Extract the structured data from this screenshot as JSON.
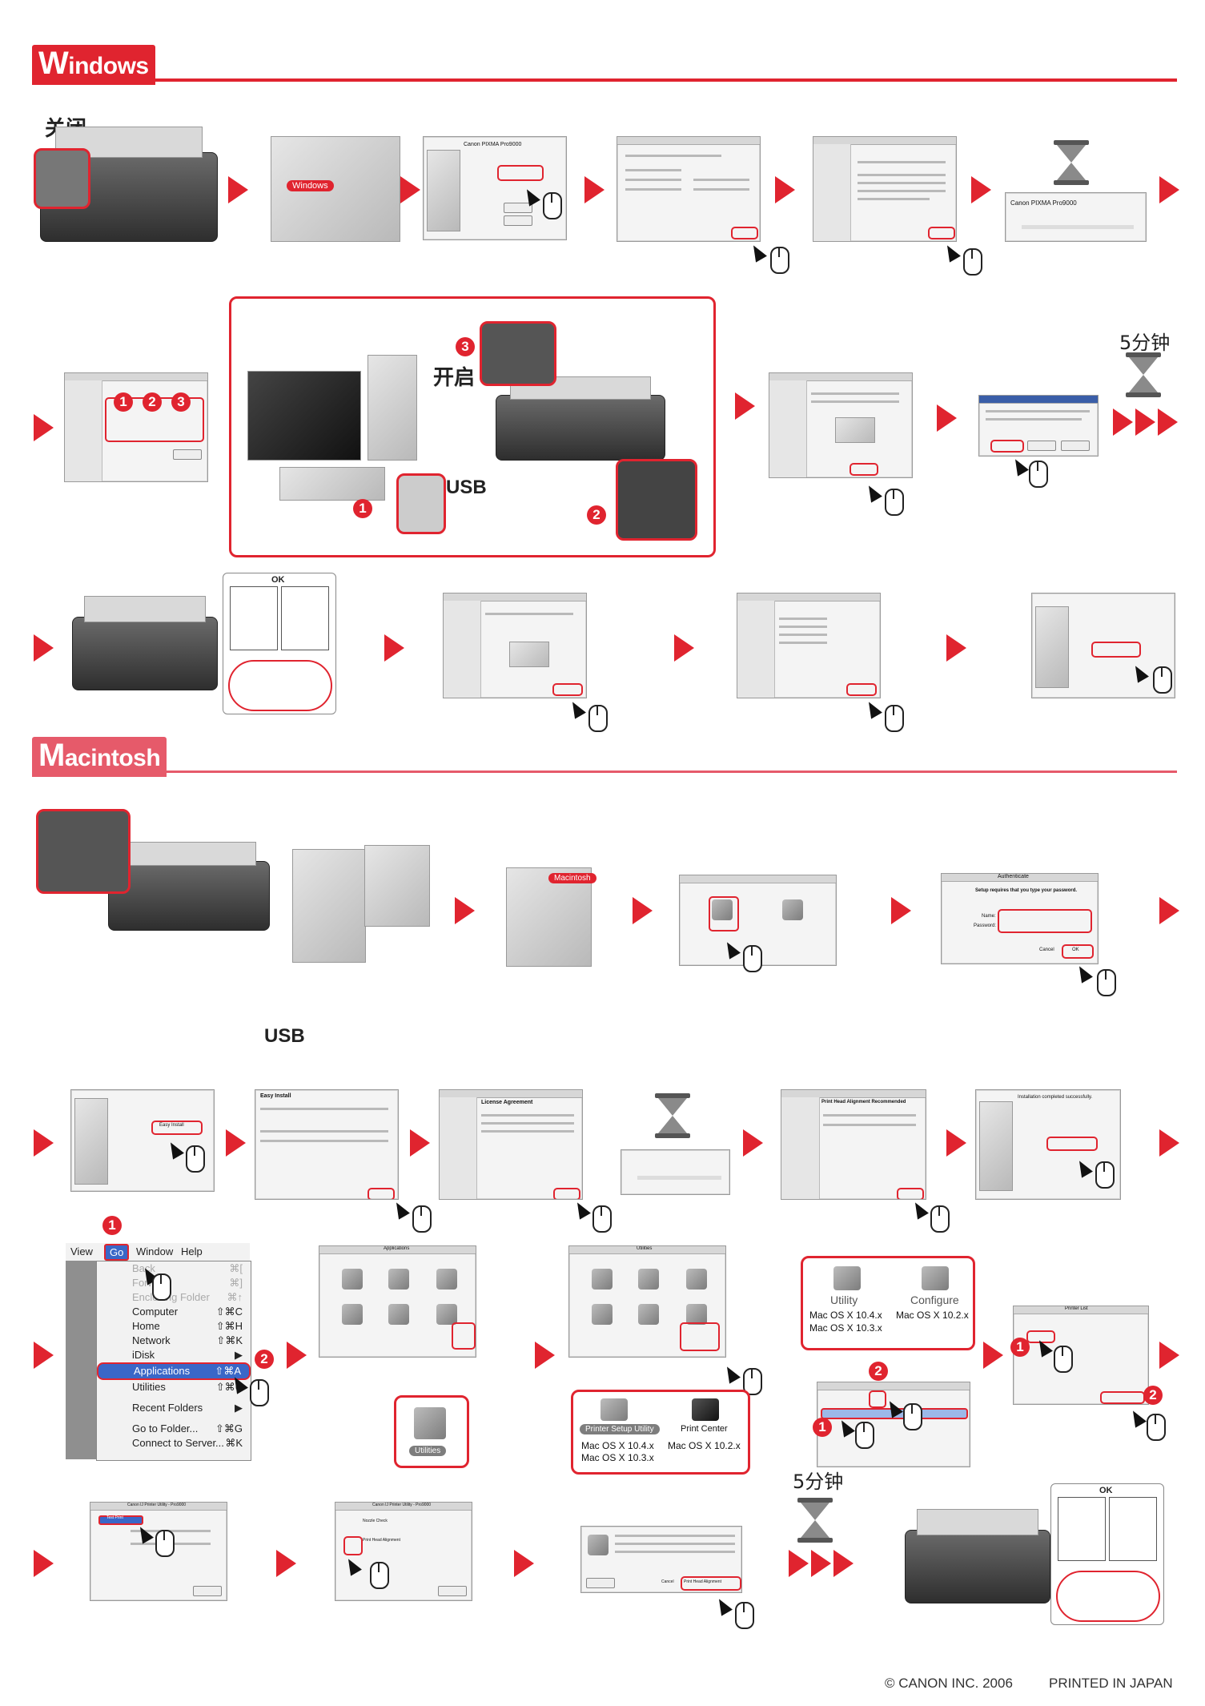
{
  "windows": {
    "tab_first": "W",
    "tab_rest": "indows",
    "power_off": "关闭",
    "cd_label": "Windows",
    "power_on": "开启",
    "usb_label": "USB",
    "wait_time": "5分钟",
    "ok_label": "OK",
    "installer_title": "Canon  PIXMA Pro9000",
    "step_numbers": [
      "1",
      "2",
      "3"
    ],
    "setup_step_3": "3",
    "usb_step_1": "1",
    "usb_step_2": "2"
  },
  "macintosh": {
    "tab_first": "M",
    "tab_rest": "acintosh",
    "cd_label": "Macintosh",
    "usb_label": "USB",
    "auth_title": "Authenticate",
    "auth_message": "Setup requires that you type your password.",
    "auth_name": "Name:",
    "auth_password": "Password:",
    "auth_cancel": "Cancel",
    "auth_ok": "OK",
    "easy_install": "Easy Install",
    "license_title": "License Agreement",
    "alignment_title": "Print Head Alignment Recommended",
    "complete_text": "Installation completed successfully.",
    "go_step": "1",
    "apps_step": "2",
    "menu": {
      "bar": [
        "View",
        "Go",
        "Window",
        "Help"
      ],
      "items": [
        {
          "label": "Back",
          "shortcut": "⌘[",
          "dim": true
        },
        {
          "label": "Forward",
          "shortcut": "⌘]",
          "dim": true
        },
        {
          "label": "Enclosing Folder",
          "shortcut": "⌘↑",
          "dim": true
        },
        {
          "label": "Computer",
          "shortcut": "⇧⌘C",
          "dim": false
        },
        {
          "label": "Home",
          "shortcut": "⇧⌘H",
          "dim": false
        },
        {
          "label": "Network",
          "shortcut": "⇧⌘K",
          "dim": false
        },
        {
          "label": "iDisk",
          "shortcut": "▶",
          "dim": false
        },
        {
          "label": "Applications",
          "shortcut": "⇧⌘A",
          "dim": false,
          "selected": true
        },
        {
          "label": "Utilities",
          "shortcut": "⇧⌘U",
          "dim": false
        },
        {
          "label": "Recent Folders",
          "shortcut": "▶",
          "dim": false
        },
        {
          "label": "Go to Folder...",
          "shortcut": "⇧⌘G",
          "dim": false
        },
        {
          "label": "Connect to Server...",
          "shortcut": "⌘K",
          "dim": false
        }
      ]
    },
    "applications_window": "Applications",
    "utilities_window": "Utilities",
    "utilities_label": "Utilities",
    "printer_setup_utility": "Printer Setup Utility",
    "print_center": "Print Center",
    "mac_version_new_1": "Mac OS X 10.4.x",
    "mac_version_new_2": "Mac OS X 10.3.x",
    "mac_version_old": "Mac OS X 10.2.x",
    "utility_label": "Utility",
    "configure_label": "Configure",
    "printer_list": "Printer List",
    "maintenance_step_1": "1",
    "maintenance_step_2": "2",
    "utility_step_1": "1",
    "utility_step_2": "2",
    "utility_window_title": "Canon IJ Printer Utility - Pro9000",
    "test_print": "Test Print",
    "nozzle_check": "Nozzle Check",
    "print_head_alignment": "Print Head Alignment",
    "alignment_dialog_cancel": "Cancel",
    "alignment_dialog_button": "Print Head Alignment",
    "wait_time": "5分钟",
    "ok_label": "OK"
  },
  "footer": {
    "copyright": "© CANON INC. 2006",
    "printed": "PRINTED IN JAPAN"
  }
}
